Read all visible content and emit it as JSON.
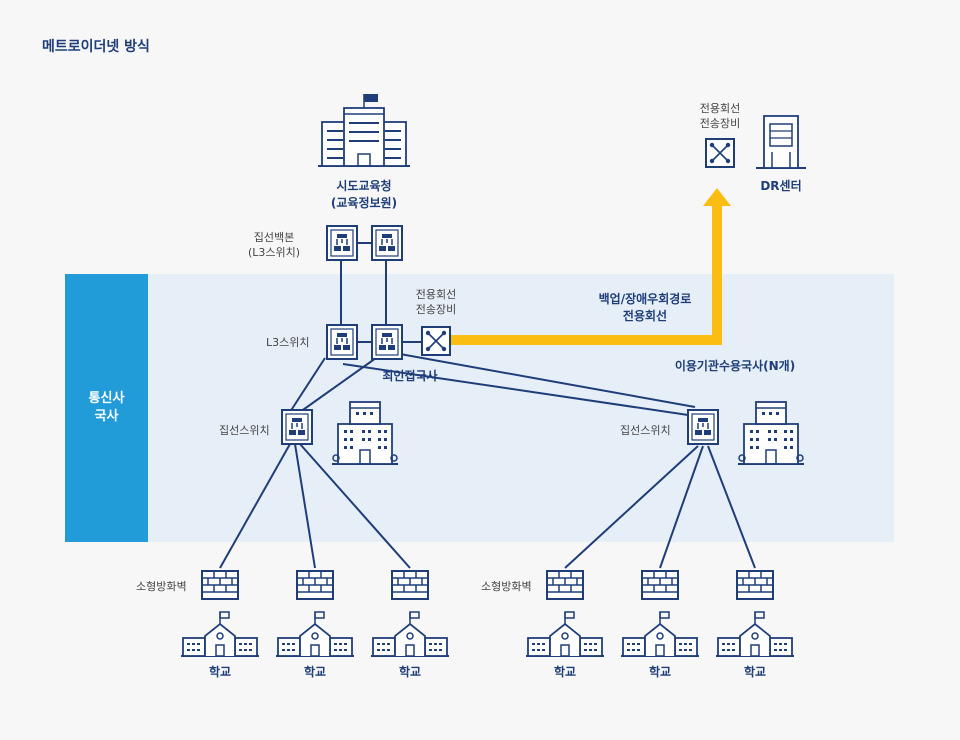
{
  "title": "메트로이더넷 방식",
  "side_band": {
    "line1": "통신사",
    "line2": "국사"
  },
  "labels": {
    "office_name": "시도교육청",
    "office_sub": "(교육정보원)",
    "core_switch_name": "집선백본",
    "core_switch_sub": "(L3스위치)",
    "l3_switch": "L3스위치",
    "transmission_equipment_top": "전용회선",
    "transmission_equipment_bottom": "전송장비",
    "nearest_office": "최인접국사",
    "backup_line_top": "백업/장애우회경로",
    "backup_line_bottom": "전용회선",
    "user_office": "이용기관수용국사(N개)",
    "aggregation_switch_left": "집선스위치",
    "aggregation_switch_right": "집선스위치",
    "firewall_left": "소형방화벽",
    "firewall_right": "소형방화벽",
    "dr_equipment_top": "전용회선",
    "dr_equipment_bottom": "전송장비",
    "dr_center": "DR센터"
  },
  "schools": [
    "학교",
    "학교",
    "학교",
    "학교",
    "학교",
    "학교"
  ],
  "colors": {
    "navy": "#1f3e79",
    "accent_blue": "#229bd9",
    "band": "#e6eff7",
    "backup_path": "#fbbd12"
  }
}
